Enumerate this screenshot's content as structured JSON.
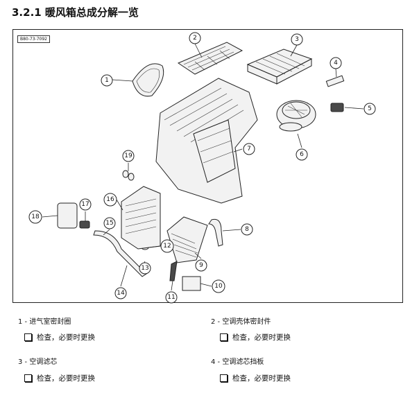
{
  "page": {
    "title": "3.2.1 暖风箱总成分解一览"
  },
  "figure": {
    "code": "B80-73-7092",
    "callouts": [
      "1",
      "2",
      "3",
      "4",
      "5",
      "6",
      "7",
      "8",
      "9",
      "10",
      "11",
      "12",
      "13",
      "14",
      "15",
      "16",
      "17",
      "18",
      "19"
    ]
  },
  "legend": [
    {
      "num": "1 -",
      "name": "进气室密封圈",
      "action": "检查，必要时更换"
    },
    {
      "num": "2 -",
      "name": "空调壳体密封件",
      "action": "检查，必要时更换"
    },
    {
      "num": "3 -",
      "name": "空调滤芯",
      "action": "检查，必要时更换"
    },
    {
      "num": "4 -",
      "name": "空调滤芯挡板",
      "action": "检查，必要时更换"
    }
  ]
}
